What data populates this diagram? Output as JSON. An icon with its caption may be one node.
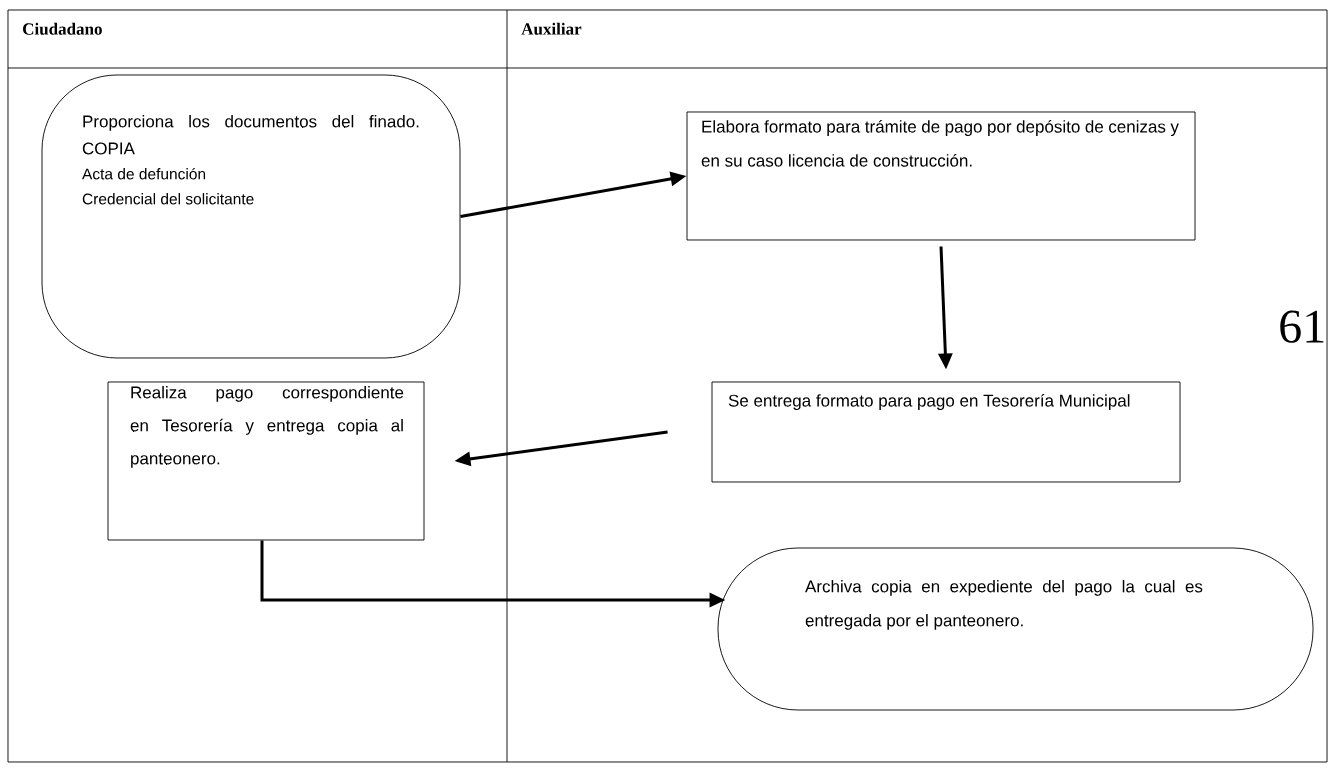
{
  "diagram": {
    "nodes": [
      {
        "text": [
          "Proporciona los documentos del finado. COPIA",
          "Acta de defunción",
          "Credencial del solicitante"
        ]
      },
      {
        "text": [
          "Elabora formato para trámite de pago por depósito de cenizas y en su caso licencia de construcción."
        ]
      },
      {
        "text": [
          "Se entrega formato para pago en Tesorería Municipal"
        ]
      },
      {
        "text": [
          "Realiza pago correspondiente en Tesorería y entrega copia al panteonero."
        ]
      },
      {
        "text": [
          "Archiva copia en expediente del pago la cual es entregada por el panteonero."
        ]
      }
    ],
    "edges": [
      {
        "from": 0,
        "to": 1,
        "arrow": "to"
      },
      {
        "from": 1,
        "to": 2,
        "arrow": "to"
      },
      {
        "from": 2,
        "to": 3,
        "arrow": "to"
      },
      {
        "from": 3,
        "to": 4,
        "arrow": "to"
      }
    ],
    "labels": [
      "Ciudadano",
      "Auxiliar",
      "61"
    ]
  }
}
